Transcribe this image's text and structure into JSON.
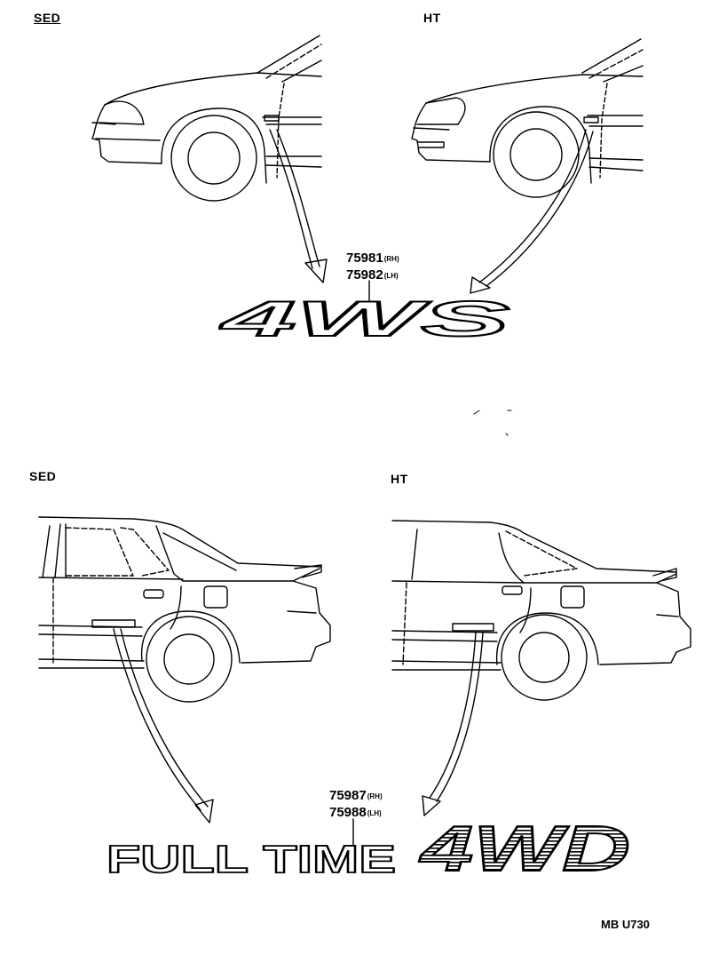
{
  "top": {
    "left_label": "SED",
    "right_label": "HT",
    "parts": [
      {
        "number": "75981",
        "side": "(RH)"
      },
      {
        "number": "75982",
        "side": "(LH)"
      }
    ],
    "emblem_text": "4WS"
  },
  "bottom": {
    "left_label": "SED",
    "right_label": "HT",
    "parts": [
      {
        "number": "75987",
        "side": "(RH)"
      },
      {
        "number": "75988",
        "side": "(LH)"
      }
    ],
    "emblem_text_1": "FULL TIME",
    "emblem_text_2": "4WD"
  },
  "diagram_code": "MB U730"
}
